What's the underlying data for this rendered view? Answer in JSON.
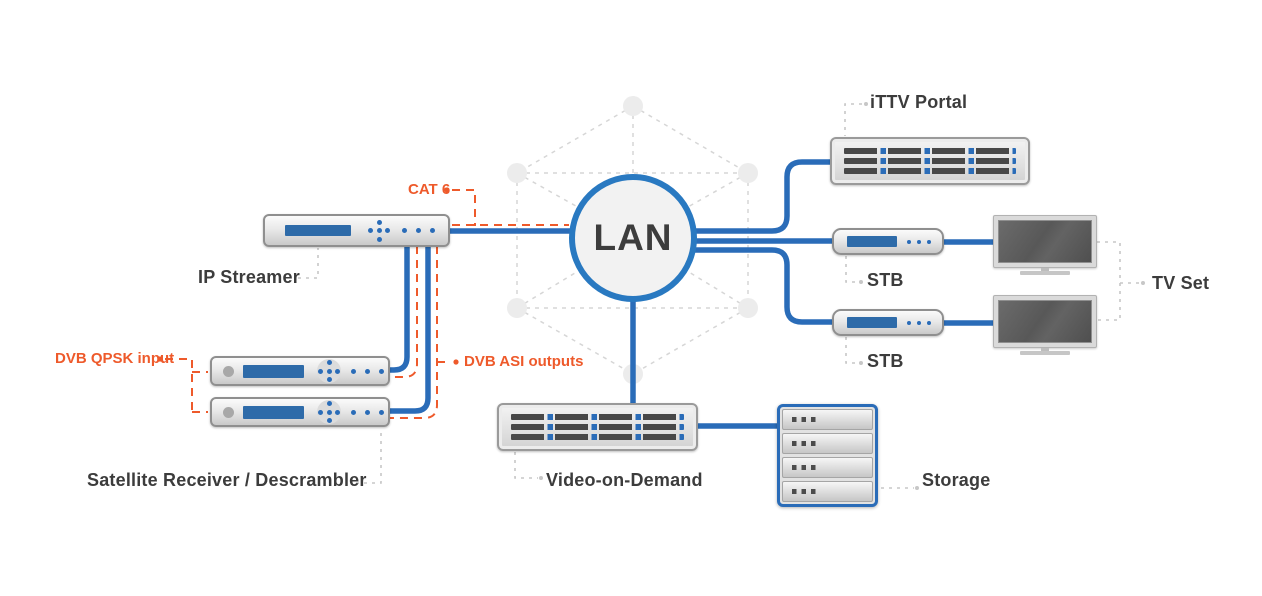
{
  "hub": {
    "label": "LAN"
  },
  "devices": {
    "ip_streamer": {
      "label": "IP Streamer"
    },
    "satellite_receiver": {
      "label": "Satellite Receiver / Descrambler"
    },
    "ittv_portal": {
      "label": "iTTV Portal"
    },
    "stb_top": {
      "label": "STB"
    },
    "stb_bottom": {
      "label": "STB"
    },
    "tv_set": {
      "label": "TV Set"
    },
    "video_on_demand": {
      "label": "Video-on-Demand"
    },
    "storage": {
      "label": "Storage"
    }
  },
  "annotations": {
    "cat6": {
      "label": "CAT 6"
    },
    "dvb_qpsk": {
      "label": "DVB QPSK input"
    },
    "dvb_asi": {
      "label": "DVB ASI outputs"
    }
  },
  "colors": {
    "cable_blue": "#2a6cb8",
    "lan_border": "#2979c1",
    "accent_orange": "#ee5a2b",
    "label_dark": "#3c3c3c",
    "mesh_gray": "#d6d6d6",
    "display_blue": "#2e6ba9"
  }
}
